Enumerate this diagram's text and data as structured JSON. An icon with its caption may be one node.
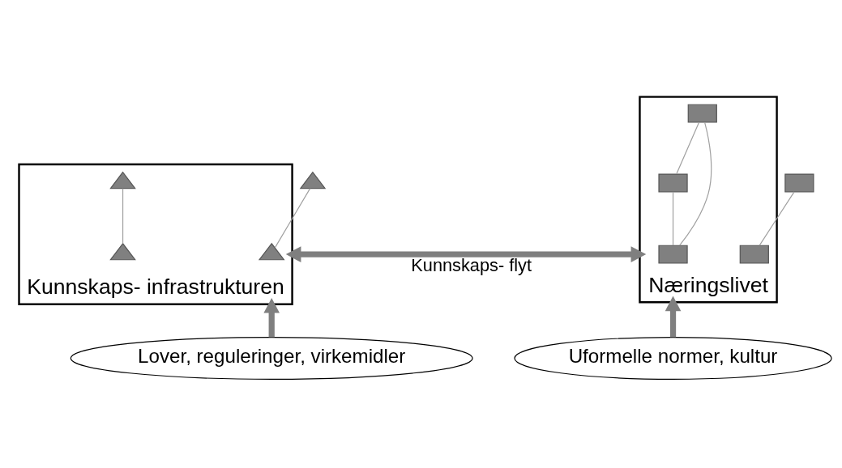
{
  "diagram": {
    "nodes": [
      {
        "text": [
          "Kunnskaps- infrastrukturen"
        ]
      },
      {
        "text": [],
        "shape": "triangle",
        "in": 0
      },
      {
        "text": [],
        "shape": "triangle"
      },
      {
        "text": [],
        "shape": "triangle",
        "in": 0
      },
      {
        "text": [],
        "shape": "triangle",
        "in": 0
      },
      {
        "text": [
          "Næringslivet"
        ]
      },
      {
        "text": [],
        "shape": "box",
        "in": 5
      },
      {
        "text": [],
        "shape": "box",
        "in": 5
      },
      {
        "text": [],
        "shape": "box",
        "in": 5
      },
      {
        "text": [],
        "shape": "box",
        "in": 5
      },
      {
        "text": [],
        "shape": "box"
      },
      {
        "text": [
          "Lover, reguleringer, virkemidler"
        ]
      },
      {
        "text": [
          "Uformelle normer, kultur"
        ]
      }
    ],
    "edges": [
      {
        "from": 1,
        "to": 2,
        "arrow": "none"
      },
      {
        "from": 3,
        "to": 4,
        "arrow": "none"
      },
      {
        "from": 6,
        "to": 7,
        "arrow": "none"
      },
      {
        "from": 6,
        "to": 8,
        "arrow": "none"
      },
      {
        "from": 7,
        "to": 8,
        "arrow": "none"
      },
      {
        "from": 9,
        "to": 10,
        "arrow": "none"
      },
      {
        "from": 0,
        "to": 5,
        "arrow": "both",
        "label": "Kunnskaps- flyt",
        "style": "thick",
        "color": "#7f7f7f"
      },
      {
        "from": 11,
        "to": 0,
        "arrow": "to",
        "style": "thick",
        "color": "#7f7f7f"
      },
      {
        "from": 12,
        "to": 5,
        "arrow": "to",
        "style": "thick",
        "color": "#7f7f7f"
      }
    ]
  }
}
